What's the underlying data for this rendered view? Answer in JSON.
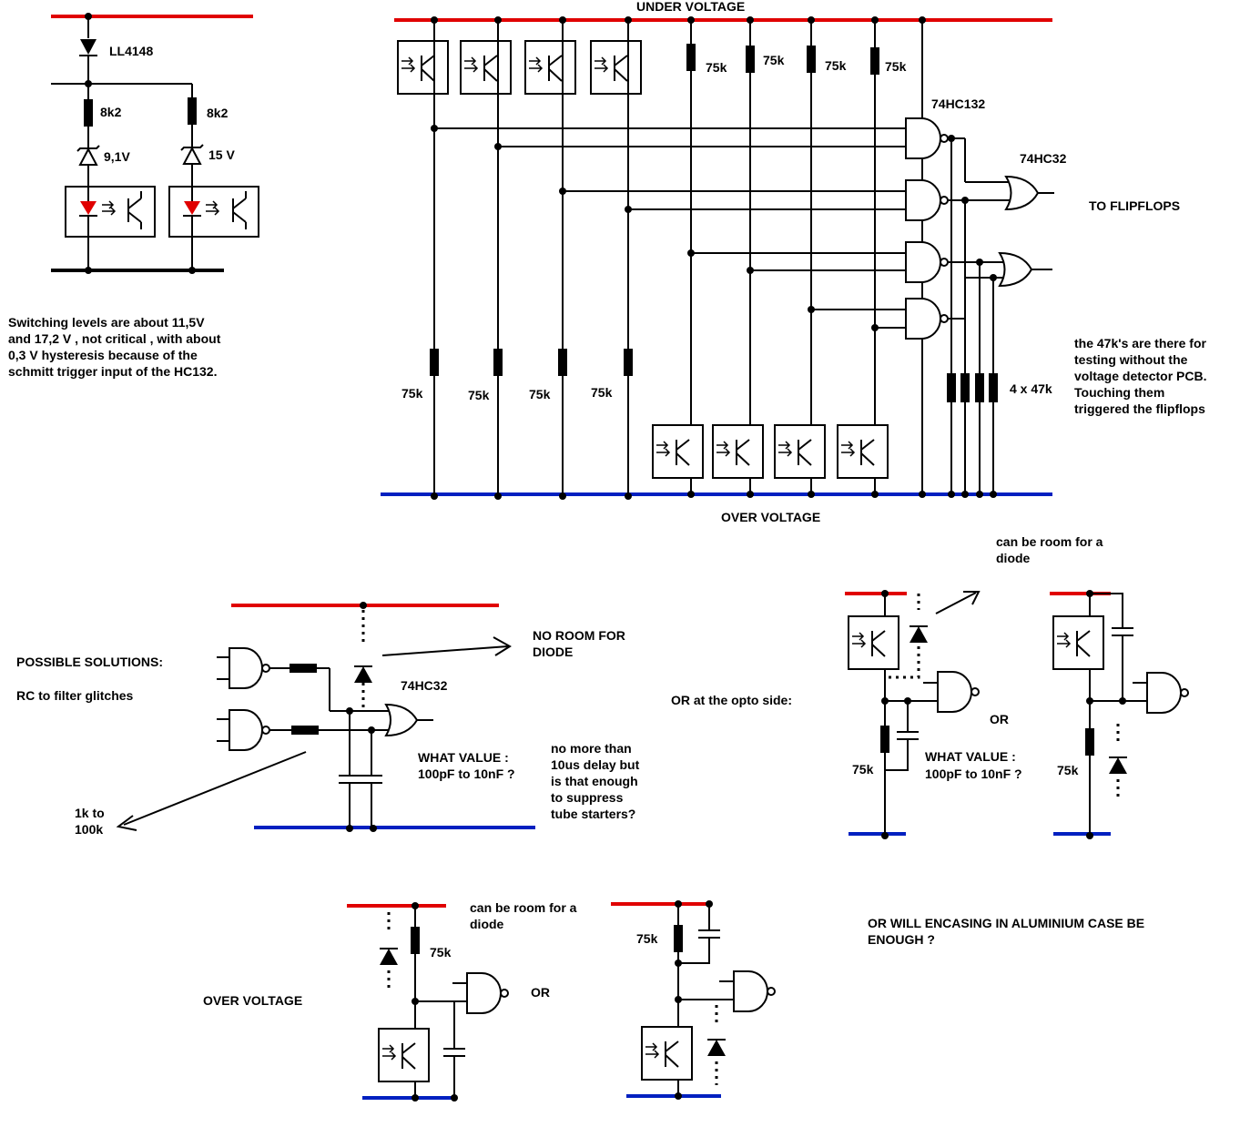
{
  "labels": {
    "under_voltage": "UNDER VOLTAGE",
    "over_voltage": "OVER VOLTAGE",
    "ll4148": "LL4148",
    "r8k2_a": "8k2",
    "r8k2_b": "8k2",
    "zener_a": "9,1V",
    "zener_b": "15 V",
    "ic_nand": "74HC132",
    "ic_or": "74HC32",
    "to_flipflops": "TO FLIPFLOPS",
    "r75k": "75k",
    "r47k": "4 x 47k",
    "ic_or_bottom": "74HC32",
    "possible_solutions": "POSSIBLE SOLUTIONS:",
    "rc_filter": "RC to filter glitches",
    "no_room_1": "NO ROOM FOR",
    "no_room_2": "DIODE",
    "what_value_1": "WHAT VALUE :",
    "what_value_2": "100pF to 10nF ?",
    "range_1": "1k to",
    "range_2": "100k",
    "or_opto": "OR at the opto side:",
    "or": "OR",
    "room_1": "can be room for a",
    "room_2": "diode",
    "over_voltage_bottom": "OVER VOLTAGE",
    "encasing_1": "OR WILL ENCASING IN ALUMINIUM CASE BE",
    "encasing_2": "ENOUGH ?"
  },
  "notes": {
    "switching": [
      "Switching levels are about 11,5V",
      "and 17,2 V , not critical , with about",
      "0,3 V hysteresis because of the",
      "schmitt trigger input of the HC132."
    ],
    "delay": [
      "no more than",
      "10us delay but",
      "is that enough",
      "to suppress",
      "tube starters?"
    ],
    "r47k_note": [
      "the 47k's are there for",
      "testing without the",
      "voltage detector PCB.",
      "Touching them",
      "triggered the flipflops"
    ]
  },
  "colors": {
    "positive_rail": "#e00000",
    "negative_rail": "#0020c0",
    "led": "#e00000"
  }
}
